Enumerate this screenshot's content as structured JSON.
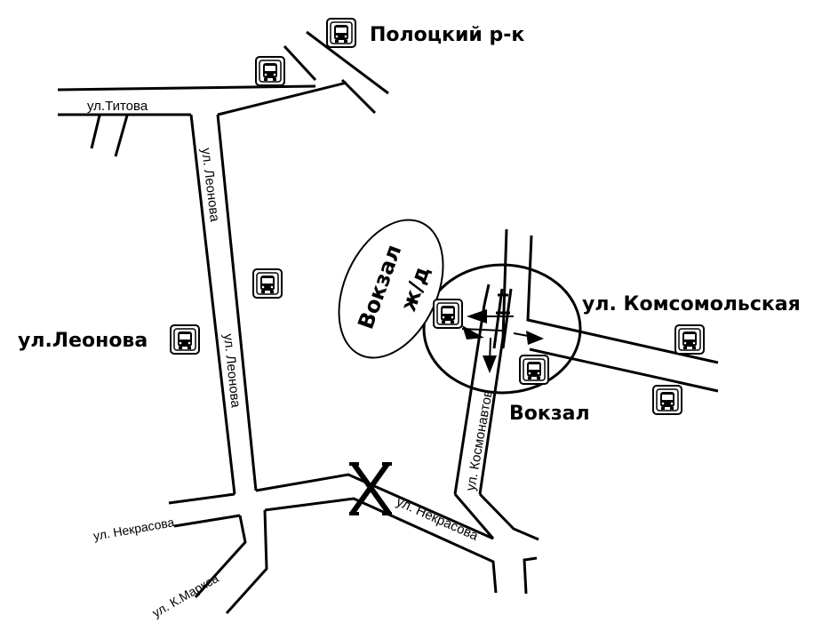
{
  "labels": {
    "polotsky_market": "Полоцкий р-к",
    "titova": "ул.Титова",
    "leonova_road_upper": "ул. Леонова",
    "leonova_road_lower": "ул. Леонова",
    "leonova_stop": "ул.Леонова",
    "komsomolskaya": "ул. Комсомольская",
    "vokzal_stop": "Вокзал",
    "vokzal_zhd_line1": "Вокзал",
    "vokzal_zhd_line2": "ж/д",
    "kosmonavtov": "ул. Космонавтов",
    "nekrasova_left": "ул. Некрасова",
    "nekrasova_right": "ул. Некрасова",
    "k_marksa": "ул. К.Маркса"
  },
  "colors": {
    "line": "#000000",
    "background": "#ffffff"
  },
  "icons": {
    "bus_stop": "bus-icon",
    "closed_road": "cross-icon"
  }
}
